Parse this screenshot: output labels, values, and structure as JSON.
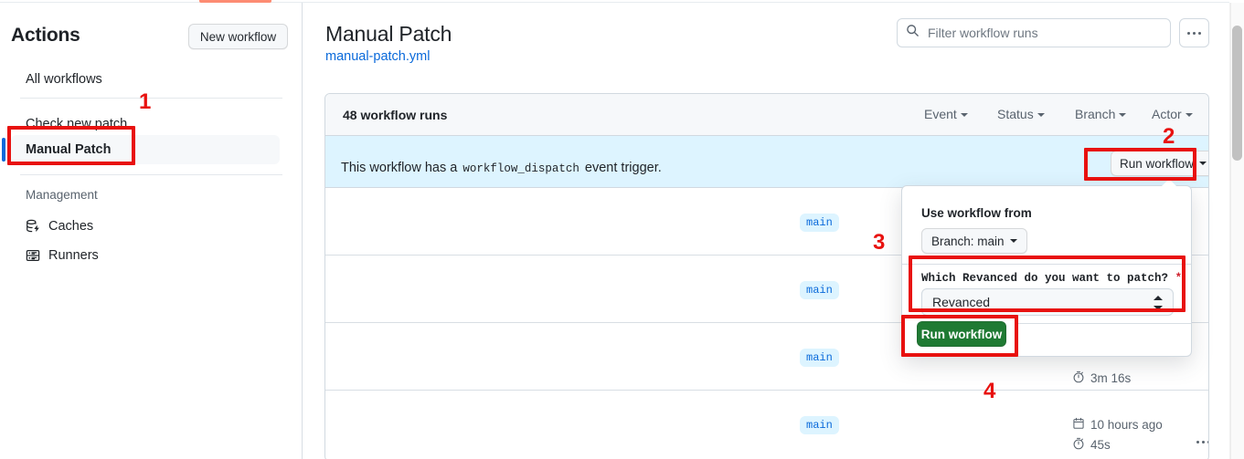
{
  "sidebar": {
    "title": "Actions",
    "new_workflow_label": "New workflow",
    "links": [
      {
        "label": "All workflows"
      },
      {
        "label": "Check new patch"
      },
      {
        "label": "Manual Patch"
      }
    ],
    "group_label": "Management",
    "management": [
      {
        "label": "Caches",
        "icon": "cache-icon"
      },
      {
        "label": "Runners",
        "icon": "runners-icon"
      }
    ]
  },
  "header": {
    "title": "Manual Patch",
    "file_link": "manual-patch.yml",
    "search_placeholder": "Filter workflow runs",
    "search_value": "",
    "search_icon": "search-icon",
    "kebab_icon": "kebab-horizontal-icon"
  },
  "runs": {
    "count_label": "48 workflow runs",
    "filters": [
      {
        "label": "Event"
      },
      {
        "label": "Status"
      },
      {
        "label": "Branch"
      },
      {
        "label": "Actor"
      }
    ],
    "dispatch_banner": {
      "prefix": "This workflow has a",
      "code": "workflow_dispatch",
      "suffix": "event trigger.",
      "button_label": "Run workflow"
    },
    "rows": [
      {
        "branch": "main",
        "when": "",
        "duration": "",
        "show_when": false,
        "show_duration": false
      },
      {
        "branch": "main",
        "when": "",
        "duration": "",
        "show_when": false,
        "show_duration": false
      },
      {
        "branch": "main",
        "when": "",
        "duration": "3m 16s",
        "show_when": false,
        "show_duration": true
      },
      {
        "branch": "main",
        "when": "10 hours ago",
        "duration": "45s",
        "show_when": true,
        "show_duration": true
      }
    ]
  },
  "workflow_panel": {
    "use_workflow_from_label": "Use workflow from",
    "branch_button_label": "Branch: main",
    "input_label": "Which Revanced do you want to patch?",
    "required_marker": "*",
    "input_value": "Revanced",
    "submit_label": "Run workflow"
  },
  "annotations": {
    "numbers": [
      "1",
      "2",
      "3",
      "4"
    ],
    "color": "#e8110f"
  },
  "colors": {
    "accent_blue": "#0969da",
    "banner_blue": "#ddf4ff",
    "green": "#1f7a33",
    "annotation_red": "#e8110f",
    "progress_orange": "#fd8c73"
  }
}
